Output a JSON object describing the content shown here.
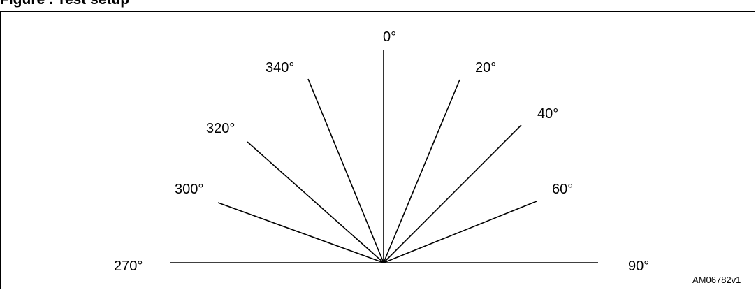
{
  "header": {
    "title": "Figure    . Test setup"
  },
  "diagram": {
    "angles": [
      {
        "id": "270",
        "label": "270°",
        "degrees": 270
      },
      {
        "id": "300",
        "label": "300°",
        "degrees": 300
      },
      {
        "id": "320",
        "label": "320°",
        "degrees": 320
      },
      {
        "id": "340",
        "label": "340°",
        "degrees": 340
      },
      {
        "id": "0",
        "label": "0°",
        "degrees": 0
      },
      {
        "id": "20",
        "label": "20°",
        "degrees": 20
      },
      {
        "id": "40",
        "label": "40°",
        "degrees": 40
      },
      {
        "id": "60",
        "label": "60°",
        "degrees": 60
      },
      {
        "id": "90",
        "label": "90°",
        "degrees": 90
      }
    ],
    "figure_id": "AM06782v1"
  }
}
